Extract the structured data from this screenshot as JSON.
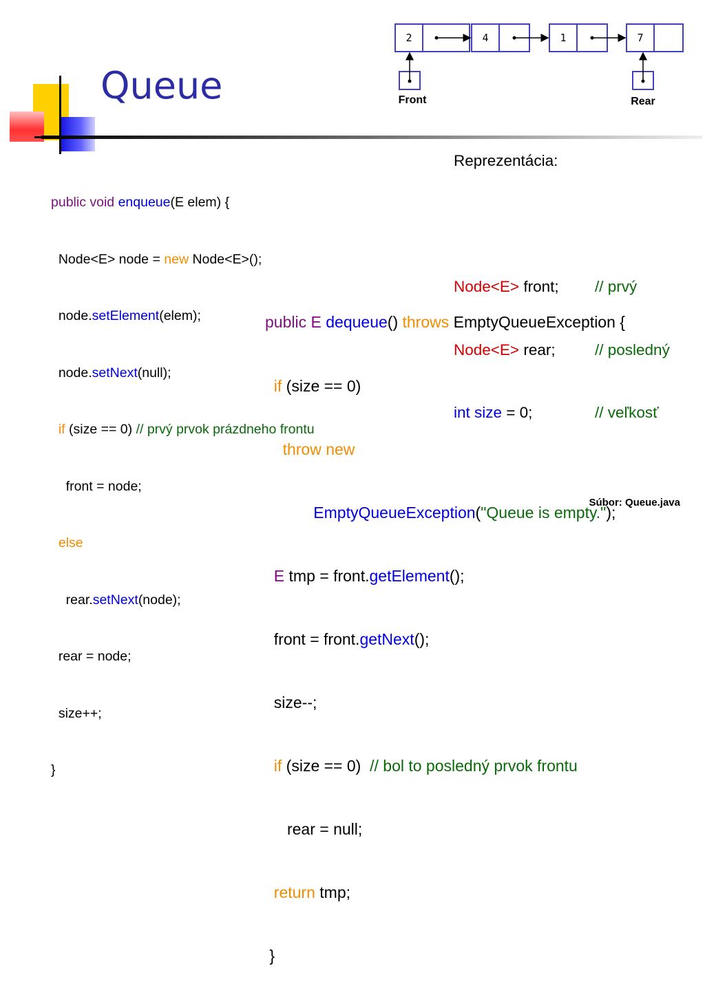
{
  "slide": {
    "title": "Queue",
    "file_label": "Súbor: Queue.java"
  },
  "diagram": {
    "nodes": [
      "2",
      "4",
      "1",
      "7"
    ],
    "front_label": "Front",
    "rear_label": "Rear",
    "colors": {
      "box_border": "#4040c0",
      "arrow": "#000000"
    }
  },
  "representation": {
    "heading": "Reprezentácia:",
    "lines": [
      {
        "type": "Node<E>",
        "decl": " front;",
        "comment": "// prvý"
      },
      {
        "type": "Node<E>",
        "decl": " rear;",
        "comment": "// posledný"
      },
      {
        "type_a": "int",
        "type_b": " size",
        "decl": " = 0;",
        "comment": "// veľkosť"
      }
    ]
  },
  "enqueue_code": {
    "l1": {
      "k1": "public void ",
      "k2": "enqueue",
      "rest": "(E elem) {"
    },
    "l2": {
      "pre": "  Node<E> node = ",
      "kw": "new",
      "post": " Node<E>();"
    },
    "l3": {
      "pre": "  node.",
      "m": "setElement",
      "post": "(elem);"
    },
    "l4": {
      "pre": "  node.",
      "m": "setNext",
      "post": "(null);"
    },
    "l5": {
      "kw": "if",
      "mid": " (size == 0) ",
      "comment": "// prvý prvok prázdneho frontu"
    },
    "l6": "    front = node;",
    "l7": "else",
    "l8": {
      "pre": "    rear.",
      "m": "setNext",
      "post": "(node);"
    },
    "l9": "  rear = node;",
    "l10": "  size++;",
    "l11": "}"
  },
  "dequeue_code": {
    "l1": {
      "k1": "public",
      "t": " E ",
      "m": "dequeue",
      "p": "() ",
      "kw": "throws",
      "rest": " EmptyQueueException {"
    },
    "l2": {
      "kw": "if",
      "rest": " (size == 0)"
    },
    "l3": "throw new",
    "l4": {
      "m": "EmptyQueueException",
      "p1": "(",
      "str": "\"Queue is empty.\"",
      "p2": ");"
    },
    "l5": {
      "t": "E",
      "pre": " tmp = front.",
      "m": "getElement",
      "post": "();"
    },
    "l6": {
      "pre": "front = front.",
      "m": "getNext",
      "post": "();"
    },
    "l7": "size--;",
    "l8": {
      "kw": "if",
      "mid": " (size == 0)  ",
      "comment": "// bol to posledný prvok frontu"
    },
    "l9": "rear = null;",
    "l10": {
      "kw": "return",
      "rest": " tmp;"
    },
    "l11": "}"
  }
}
